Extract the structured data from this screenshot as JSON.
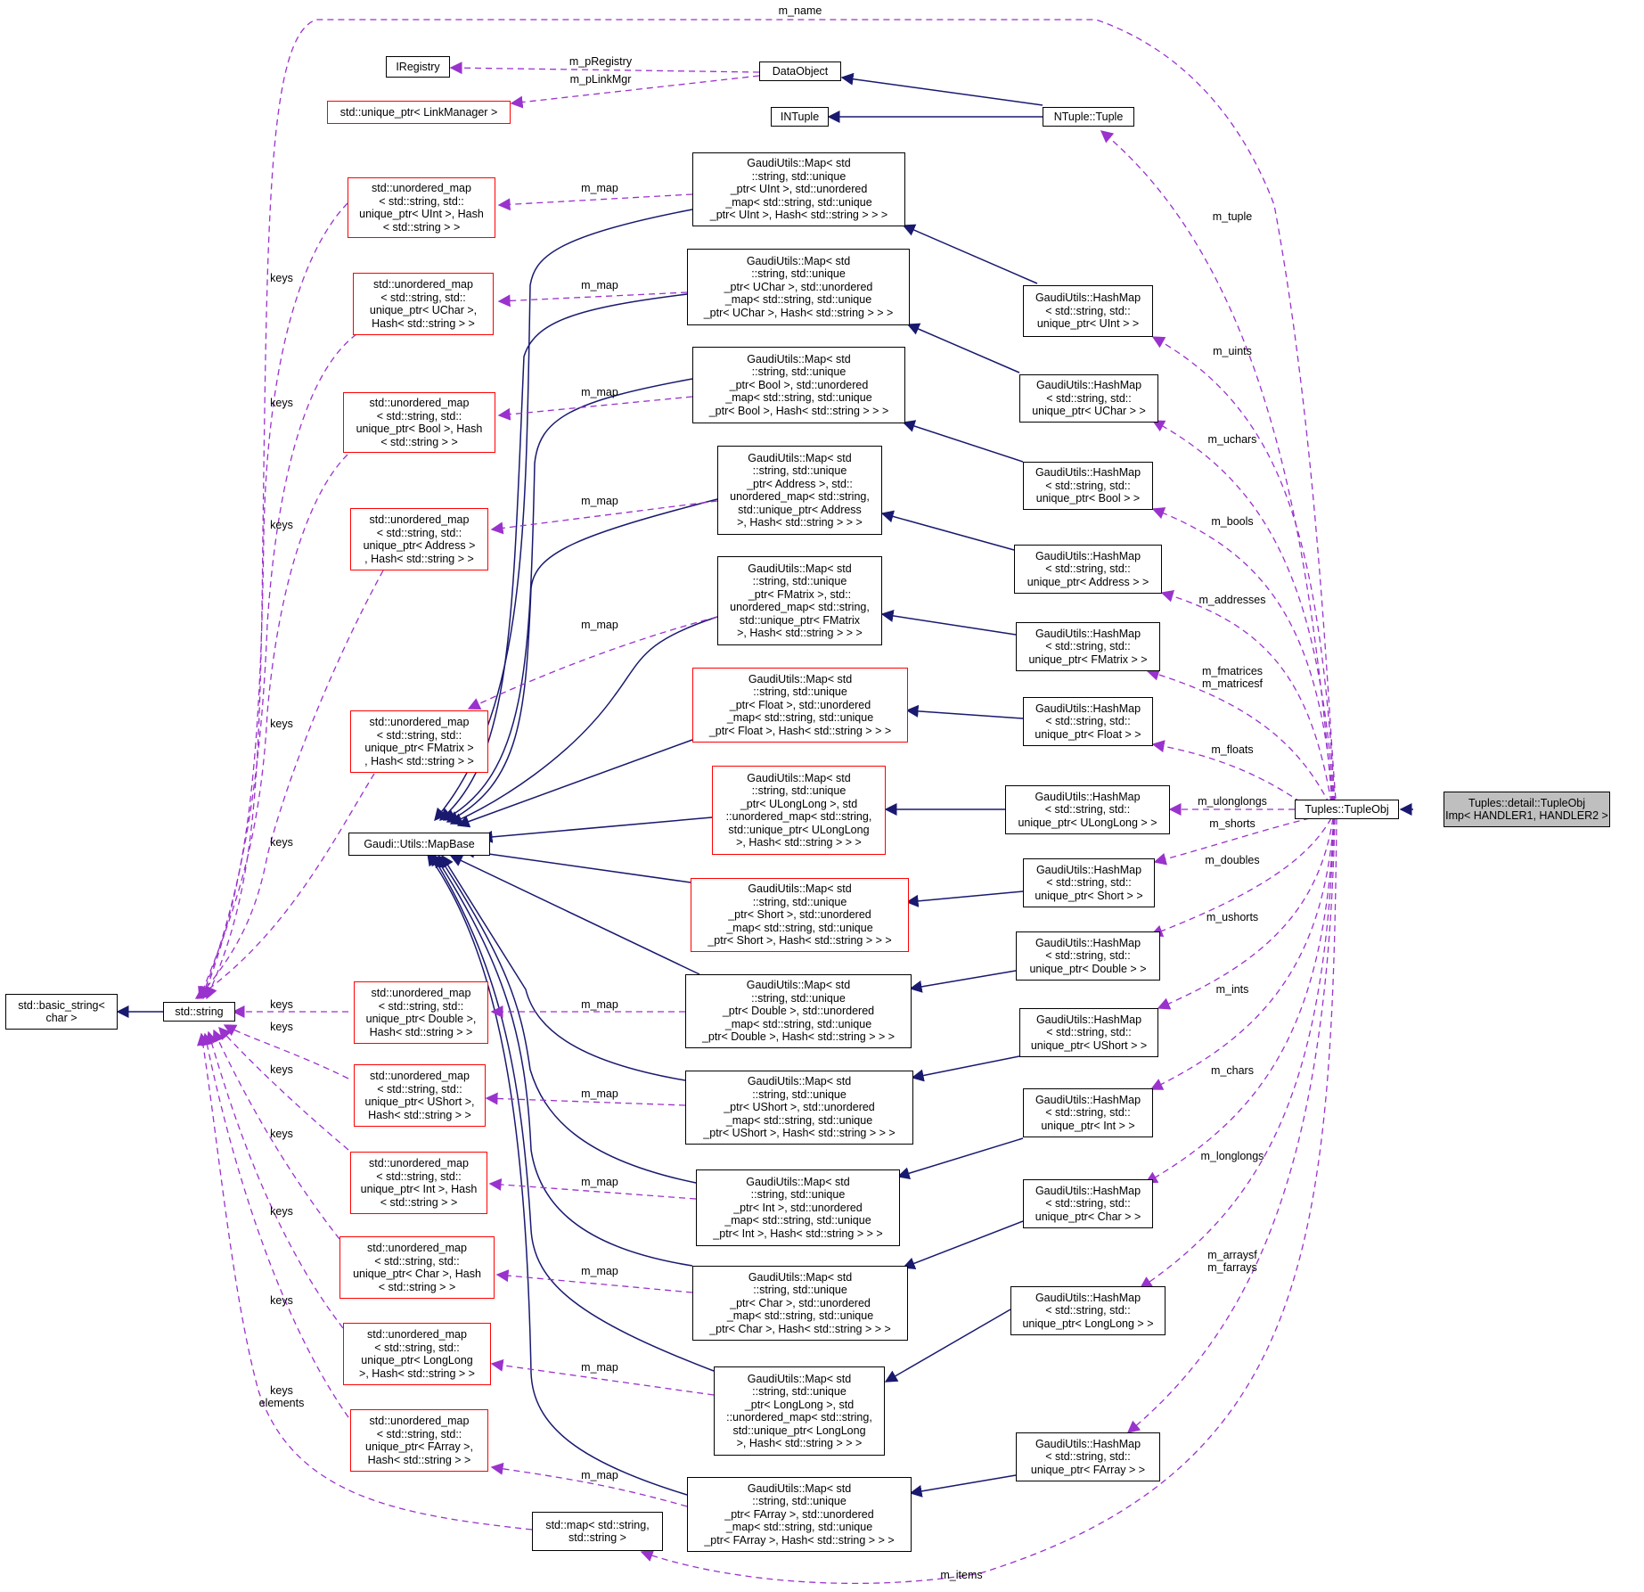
{
  "nodes": {
    "tupleobjimp": "Tuples::detail::TupleObj\nImp< HANDLER1, HANDLER2 >",
    "tupleobj": "Tuples::TupleObj",
    "dataobject": "DataObject",
    "ntuple": "NTuple::Tuple",
    "intuple": "INTuple",
    "iregistry": "IRegistry",
    "linkmgr": "std::unique_ptr< LinkManager >",
    "basic_string": "std::basic_string<\nchar >",
    "stdstring": "std::string",
    "mapbase": "Gaudi::Utils::MapBase",
    "stdmap": "std::map< std::string,\nstd::string >",
    "um_uint": "std::unordered_map\n< std::string, std::\nunique_ptr< UInt >, Hash\n< std::string > >",
    "um_uchar": "std::unordered_map\n< std::string, std::\nunique_ptr< UChar >,\nHash< std::string > >",
    "um_bool": "std::unordered_map\n< std::string, std::\nunique_ptr< Bool >, Hash\n< std::string > >",
    "um_address": "std::unordered_map\n< std::string, std::\nunique_ptr< Address >\n, Hash< std::string > >",
    "um_fmatrix": "std::unordered_map\n< std::string, std::\nunique_ptr< FMatrix >\n, Hash< std::string > >",
    "um_double": "std::unordered_map\n< std::string, std::\nunique_ptr< Double >,\nHash< std::string > >",
    "um_ushort": "std::unordered_map\n< std::string, std::\nunique_ptr< UShort >,\nHash< std::string > >",
    "um_int": "std::unordered_map\n< std::string, std::\nunique_ptr< Int >, Hash\n< std::string > >",
    "um_char": "std::unordered_map\n< std::string, std::\nunique_ptr< Char >, Hash\n< std::string > >",
    "um_longlong": "std::unordered_map\n< std::string, std::\nunique_ptr< LongLong\n>, Hash< std::string > >",
    "um_farray": "std::unordered_map\n< std::string, std::\nunique_ptr< FArray >,\nHash< std::string > >",
    "map_uint": "GaudiUtils::Map< std\n::string, std::unique\n_ptr< UInt >, std::unordered\n_map< std::string, std::unique\n_ptr< UInt >, Hash< std::string > > >",
    "map_uchar": "GaudiUtils::Map< std\n::string, std::unique\n_ptr< UChar >, std::unordered\n_map< std::string, std::unique\n_ptr< UChar >, Hash< std::string > > >",
    "map_bool": "GaudiUtils::Map< std\n::string, std::unique\n_ptr< Bool >, std::unordered\n_map< std::string, std::unique\n_ptr< Bool >, Hash< std::string > > >",
    "map_address": "GaudiUtils::Map< std\n::string, std::unique\n_ptr< Address >, std::\nunordered_map< std::string,\nstd::unique_ptr< Address\n>, Hash< std::string > > >",
    "map_fmatrix": "GaudiUtils::Map< std\n::string, std::unique\n_ptr< FMatrix >, std::\nunordered_map< std::string,\nstd::unique_ptr< FMatrix\n>, Hash< std::string > > >",
    "map_float": "GaudiUtils::Map< std\n::string, std::unique\n_ptr< Float >, std::unordered\n_map< std::string, std::unique\n_ptr< Float >, Hash< std::string > > >",
    "map_ulonglong": "GaudiUtils::Map< std\n::string, std::unique\n_ptr< ULongLong >, std\n::unordered_map< std::string,\nstd::unique_ptr< ULongLong\n>, Hash< std::string > > >",
    "map_short": "GaudiUtils::Map< std\n::string, std::unique\n_ptr< Short >, std::unordered\n_map< std::string, std::unique\n_ptr< Short >, Hash< std::string > > >",
    "map_double": "GaudiUtils::Map< std\n::string, std::unique\n_ptr< Double >, std::unordered\n_map< std::string, std::unique\n_ptr< Double >, Hash< std::string > > >",
    "map_ushort": "GaudiUtils::Map< std\n::string, std::unique\n_ptr< UShort >, std::unordered\n_map< std::string, std::unique\n_ptr< UShort >, Hash< std::string > > >",
    "map_int": "GaudiUtils::Map< std\n::string, std::unique\n_ptr< Int >, std::unordered\n_map< std::string, std::unique\n_ptr< Int >, Hash< std::string > > >",
    "map_char": "GaudiUtils::Map< std\n::string, std::unique\n_ptr< Char >, std::unordered\n_map< std::string, std::unique\n_ptr< Char >, Hash< std::string > > >",
    "map_longlong": "GaudiUtils::Map< std\n::string, std::unique\n_ptr< LongLong >, std\n::unordered_map< std::string,\nstd::unique_ptr< LongLong\n>, Hash< std::string > > >",
    "map_farray": "GaudiUtils::Map< std\n::string, std::unique\n_ptr< FArray >, std::unordered\n_map< std::string, std::unique\n_ptr< FArray >, Hash< std::string > > >",
    "hm_uint": "GaudiUtils::HashMap\n< std::string, std::\nunique_ptr< UInt > >",
    "hm_uchar": "GaudiUtils::HashMap\n< std::string, std::\nunique_ptr< UChar > >",
    "hm_bool": "GaudiUtils::HashMap\n< std::string, std::\nunique_ptr< Bool > >",
    "hm_address": "GaudiUtils::HashMap\n< std::string, std::\nunique_ptr< Address > >",
    "hm_fmatrix": "GaudiUtils::HashMap\n< std::string, std::\nunique_ptr< FMatrix > >",
    "hm_float": "GaudiUtils::HashMap\n< std::string, std::\nunique_ptr< Float > >",
    "hm_ulonglong": "GaudiUtils::HashMap\n< std::string, std::\nunique_ptr< ULongLong > >",
    "hm_short": "GaudiUtils::HashMap\n< std::string, std::\nunique_ptr< Short > >",
    "hm_double": "GaudiUtils::HashMap\n< std::string, std::\nunique_ptr< Double > >",
    "hm_ushort": "GaudiUtils::HashMap\n< std::string, std::\nunique_ptr< UShort > >",
    "hm_int": "GaudiUtils::HashMap\n< std::string, std::\nunique_ptr< Int > >",
    "hm_char": "GaudiUtils::HashMap\n< std::string, std::\nunique_ptr< Char > >",
    "hm_longlong": "GaudiUtils::HashMap\n< std::string, std::\nunique_ptr< LongLong > >",
    "hm_farray": "GaudiUtils::HashMap\n< std::string, std::\nunique_ptr< FArray > >"
  },
  "edge_labels": {
    "m_name": "m_name",
    "m_pRegistry": "m_pRegistry",
    "m_pLinkMgr": "m_pLinkMgr",
    "m_tuple": "m_tuple",
    "m_uints": "m_uints",
    "m_uchars": "m_uchars",
    "m_bools": "m_bools",
    "m_addresses": "m_addresses",
    "m_fmatrices": "m_fmatrices",
    "m_matricesf": "m_matricesf",
    "m_floats": "m_floats",
    "m_ulonglongs": "m_ulonglongs",
    "m_shorts": "m_shorts",
    "m_doubles": "m_doubles",
    "m_ushorts": "m_ushorts",
    "m_ints": "m_ints",
    "m_chars": "m_chars",
    "m_longlongs": "m_longlongs",
    "m_arraysf": "m_arraysf",
    "m_farrays": "m_farrays",
    "m_items": "m_items",
    "m_map": "m_map",
    "keys": "keys",
    "elements": "elements"
  },
  "colors": {
    "inheritance": "#191970",
    "usage": "#9a32cd",
    "node_border": "#000000",
    "template_border": "#ff0000",
    "highlight_fill": "#bfbfbf"
  }
}
